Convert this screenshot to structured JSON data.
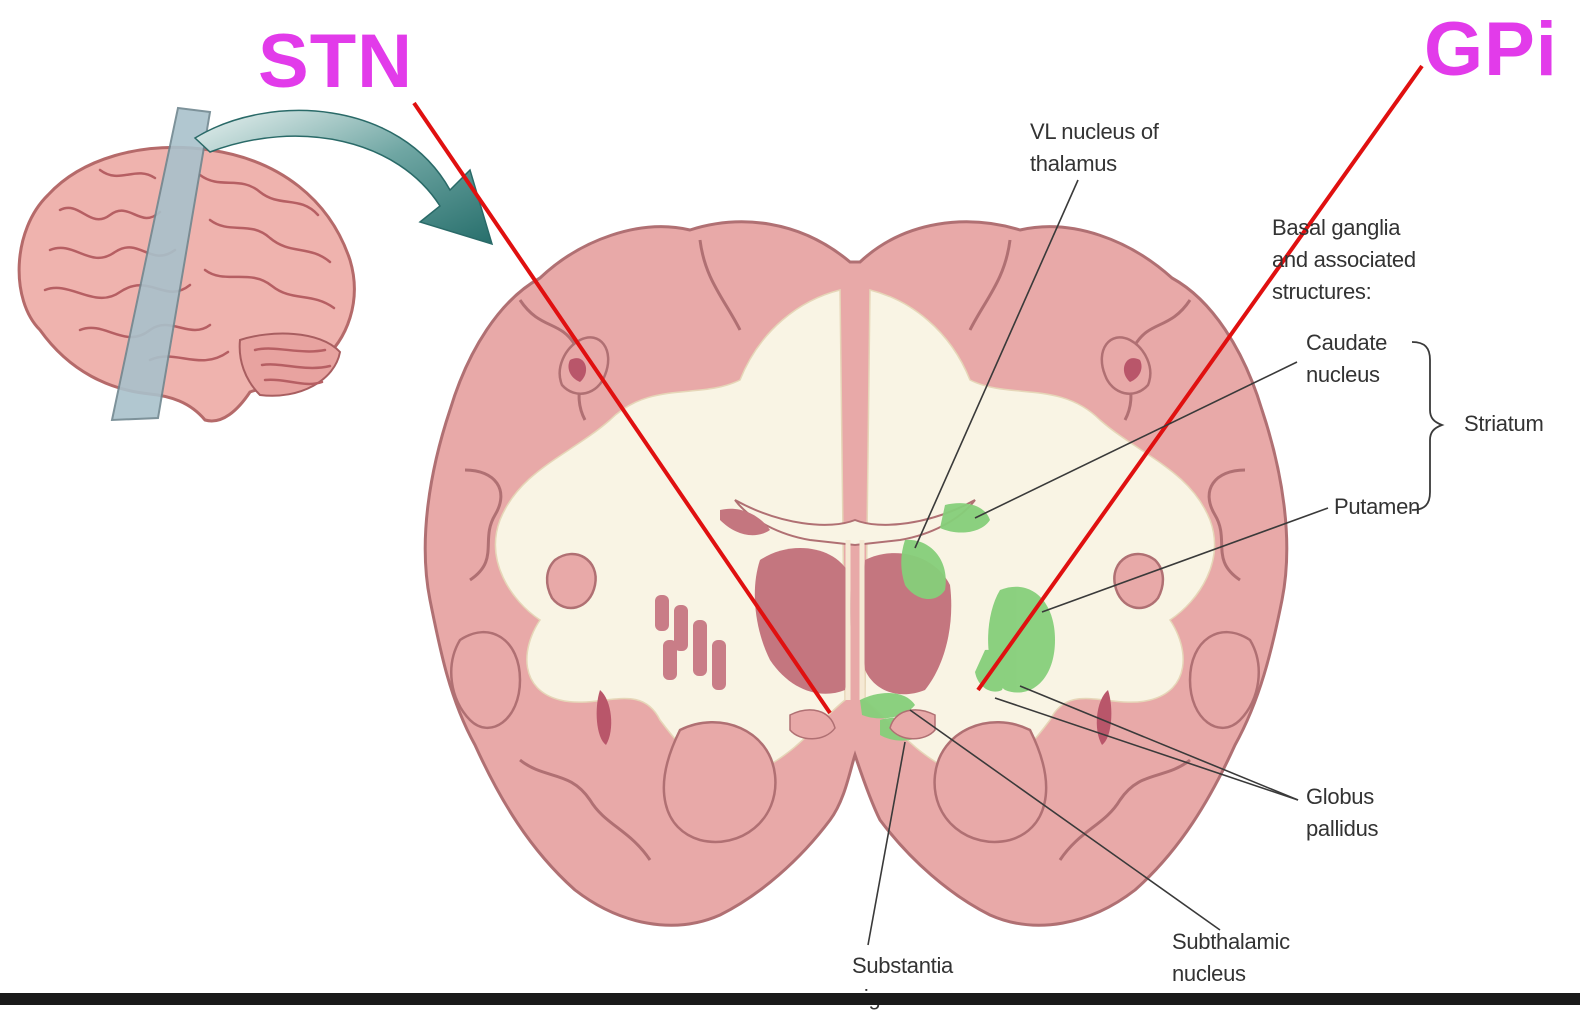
{
  "targets": {
    "stn": {
      "label": "STN",
      "color": "#e23bea"
    },
    "gpi": {
      "label": "GPi",
      "color": "#e23bea"
    },
    "trajectory_color": "#e01010"
  },
  "annotations": {
    "vl_nucleus": [
      "VL  nucleus of",
      "thalamus"
    ],
    "basal_ganglia": [
      "Basal ganglia",
      "and associated",
      "structures:"
    ],
    "caudate": [
      "Caudate",
      "nucleus"
    ],
    "striatum": "Striatum",
    "putamen": "Putamen",
    "globus_pallidus": [
      "Globus",
      "pallidus"
    ],
    "subthalamic": [
      "Subthalamic",
      "nucleus"
    ],
    "substantia_nigra": [
      "Substantia",
      "nigra"
    ]
  },
  "colors": {
    "cortex_gray_matter": "#e7a7a7",
    "white_matter": "#f9f4e4",
    "deep_nuclei": "#c4767f",
    "highlight_green": "#86cf7a",
    "arrow": "#2f7d7a"
  }
}
